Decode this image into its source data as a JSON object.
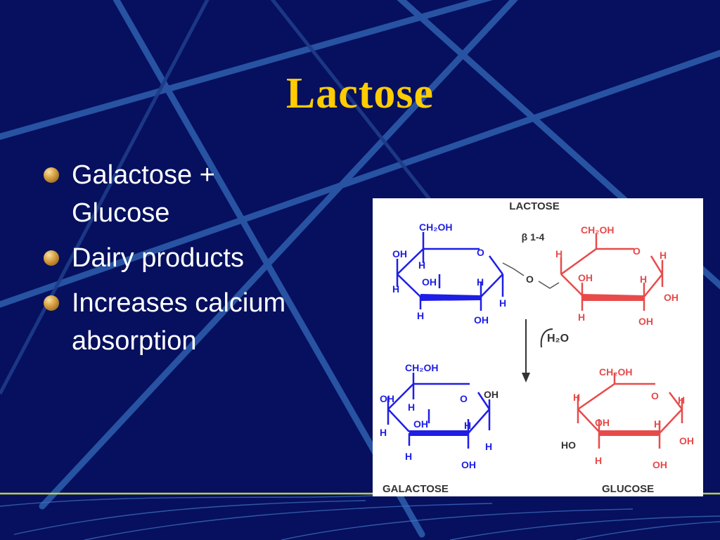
{
  "slide": {
    "title": "Lactose",
    "bullets": [
      {
        "text": "Galactose +\nGlucose"
      },
      {
        "text": "Dairy products"
      },
      {
        "text": "Increases calcium\nabsorption"
      }
    ]
  },
  "figure": {
    "top_label": "LACTOSE",
    "bond_label": "β 1-4",
    "water_label": "H₂O",
    "lactose_left": {
      "ch2oh": "CH₂OH",
      "ring_o": "O",
      "oh_left": "OH",
      "h_upper": "H",
      "oh_mid": "OH",
      "h_left": "H",
      "h_right": "H",
      "h_far": "H",
      "h_bottom": "H",
      "oh_bottom": "OH"
    },
    "linking_o": "O",
    "lactose_right": {
      "ch2oh": "CH₂OH",
      "ring_o": "O",
      "h_left": "H",
      "oh_mid": "OH",
      "h_mid": "H",
      "h_top_right": "H",
      "oh_right": "OH",
      "h_bottom": "H",
      "oh_bottom": "OH"
    },
    "galactose": {
      "ch2oh": "CH₂OH",
      "ring_o": "O",
      "oh_anomeric": "OH",
      "oh_left": "OH",
      "h_upper": "H",
      "oh_mid": "OH",
      "h_left": "H",
      "h_mid": "H",
      "h_right": "H",
      "h_bottom": "H",
      "oh_bottom": "OH",
      "name": "GALACTOSE"
    },
    "glucose": {
      "ch2oh": "CH₂OH",
      "ring_o": "O",
      "h_left": "H",
      "oh_mid": "OH",
      "h_mid": "H",
      "h_top_right": "H",
      "ho_left": "HO",
      "oh_right": "OH",
      "h_bottom": "H",
      "oh_bottom": "OH",
      "name": "GLUCOSE"
    },
    "colors": {
      "galactose": "#1e1ee6",
      "glucose": "#e84a4a",
      "text_dark": "#333333"
    }
  }
}
